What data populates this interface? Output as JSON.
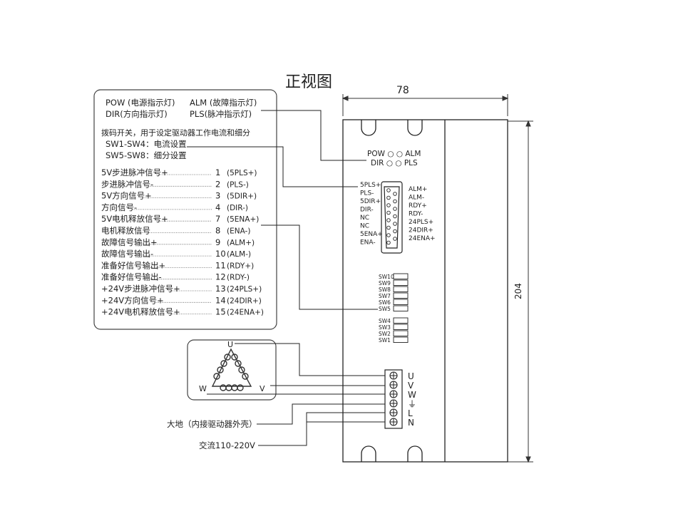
{
  "title": "正视图",
  "dims": {
    "width": "78",
    "height": "204"
  },
  "legend": {
    "line1_left": "POW (电源指示灯)",
    "line1_right": "ALM (故障指示灯)",
    "line2_left": "DIR(方向指示灯)",
    "line2_right": "PLS(脉冲指示灯)",
    "dip_desc": "拨码开关，用于设定驱动器工作电流和细分",
    "sw_current": "SW1-SW4：电流设置",
    "sw_micro": "SW5-SW8：细分设置",
    "pins": [
      {
        "desc": "5V步进脉冲信号+",
        "num": "1",
        "code": "(5PLS+)"
      },
      {
        "desc": "步进脉冲信号-",
        "num": "2",
        "code": "(PLS-)"
      },
      {
        "desc": "5V方向信号+",
        "num": "3",
        "code": "(5DIR+)"
      },
      {
        "desc": "方向信号-",
        "num": "4",
        "code": "(DIR-)"
      },
      {
        "desc": "5V电机释放信号+",
        "num": "7",
        "code": "(5ENA+)"
      },
      {
        "desc": "电机释放信号",
        "num": "8",
        "code": "(ENA-)"
      },
      {
        "desc": "故障信号输出+",
        "num": "9",
        "code": "(ALM+)"
      },
      {
        "desc": "故障信号输出-",
        "num": "10",
        "code": "(ALM-)"
      },
      {
        "desc": "准备好信号输出+",
        "num": "11",
        "code": "(RDY+)"
      },
      {
        "desc": "准备好信号输出-",
        "num": "12",
        "code": "(RDY-)"
      },
      {
        "desc": "+24V步进脉冲信号+",
        "num": "13",
        "code": "(24PLS+)"
      },
      {
        "desc": "+24V方向信号+",
        "num": "14",
        "code": "(24DIR+)"
      },
      {
        "desc": "+24V电机释放信号+",
        "num": "15",
        "code": "(24ENA+)"
      }
    ]
  },
  "motor": {
    "u": "U",
    "v": "V",
    "w": "W"
  },
  "labels": {
    "ground": "大地（内接驱动器外壳）",
    "ac": "交流110-220V"
  },
  "device": {
    "leds_row1": "POW ○ ○ ALM",
    "leds_row2": "DIR ○ ○ PLS",
    "db_left": [
      "5PLS+",
      "PLS-",
      "5DIR+",
      "DIR-",
      "NC",
      "NC",
      "5ENA+",
      "ENA-"
    ],
    "db_right": [
      "ALM+",
      "ALM-",
      "RDY+",
      "RDY-",
      "24PLS+",
      "24DIR+",
      "24ENA+"
    ],
    "sw_top": [
      "SW10",
      "SW9",
      "SW8",
      "SW7",
      "SW6",
      "SW5"
    ],
    "sw_bottom": [
      "SW4",
      "SW3",
      "SW2",
      "SW1"
    ],
    "terminals": [
      "U",
      "V",
      "W",
      "⏚",
      "L",
      "N"
    ]
  }
}
